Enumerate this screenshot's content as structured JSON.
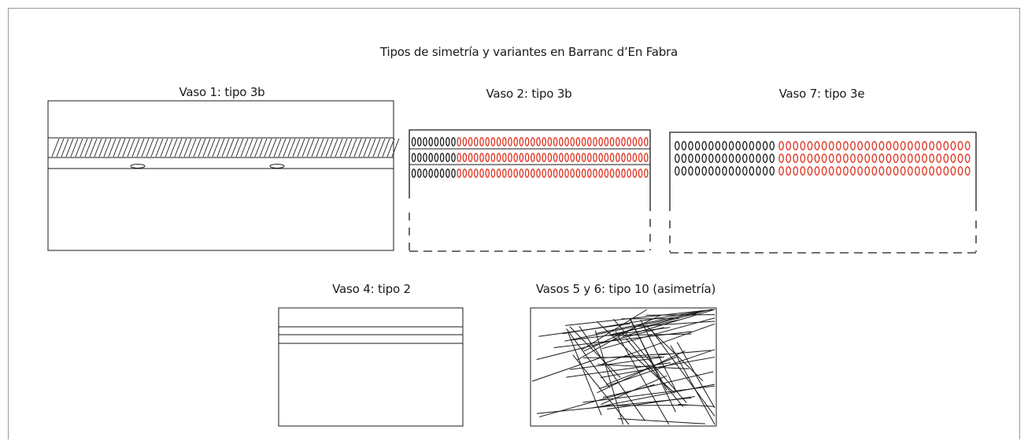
{
  "title": "Tipos de simetría y variantes en Barranc d’En Fabra",
  "panels": [
    {
      "id": "vaso1",
      "label": "Vaso 1: tipo 3b"
    },
    {
      "id": "vaso2",
      "label": "Vaso 2: tipo 3b"
    },
    {
      "id": "vaso7",
      "label": "Vaso 7: tipo 3e"
    },
    {
      "id": "vaso4",
      "label": "Vaso 4: tipo 2"
    },
    {
      "id": "vaso56",
      "label": "Vasos 5 y 6: tipo 10 (asimetría)"
    }
  ],
  "colors": {
    "line": "#1a1a1a",
    "accent": "#e0301e"
  }
}
